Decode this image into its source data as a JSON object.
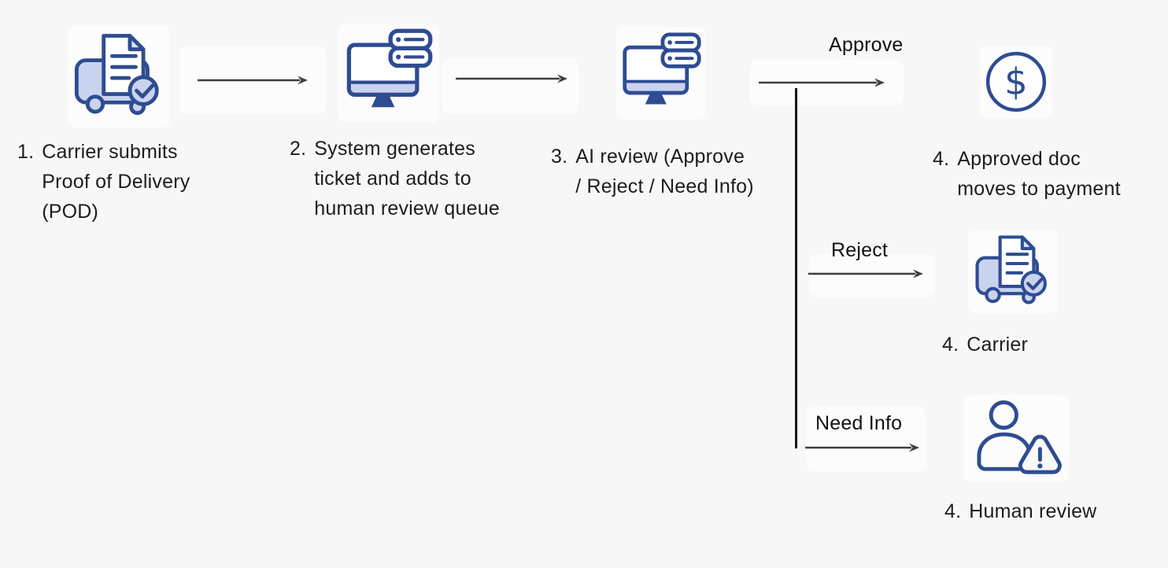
{
  "diagram": {
    "bg_color": "#f7f7f8",
    "icon_stroke_color": "#2e4c92",
    "icon_fill_color": "#c9d3ee",
    "arrow_color": "#3e3e40",
    "text_color": "#1d1d1f",
    "dollar_glyph": "$"
  },
  "steps": [
    {
      "num": "1.",
      "text": "Carrier submits\nProof of Delivery\n(POD)",
      "icon": "truck-pod-check-icon"
    },
    {
      "num": "2.",
      "text": "System generates\nticket and adds to\nhuman review queue",
      "icon": "computer-ticket-queue-icon"
    },
    {
      "num": "3.",
      "text": "AI review (Approve\n/ Reject / Need Info)",
      "icon": "computer-ai-review-icon"
    }
  ],
  "branches": [
    {
      "label": "Approve",
      "num": "4.",
      "text": "Approved doc\nmoves to payment",
      "icon": "dollar-payment-icon"
    },
    {
      "label": "Reject",
      "num": "4.",
      "text": "Carrier",
      "icon": "truck-pod-check-icon"
    },
    {
      "label": "Need Info",
      "num": "4.",
      "text": "Human review",
      "icon": "person-alert-icon"
    }
  ]
}
